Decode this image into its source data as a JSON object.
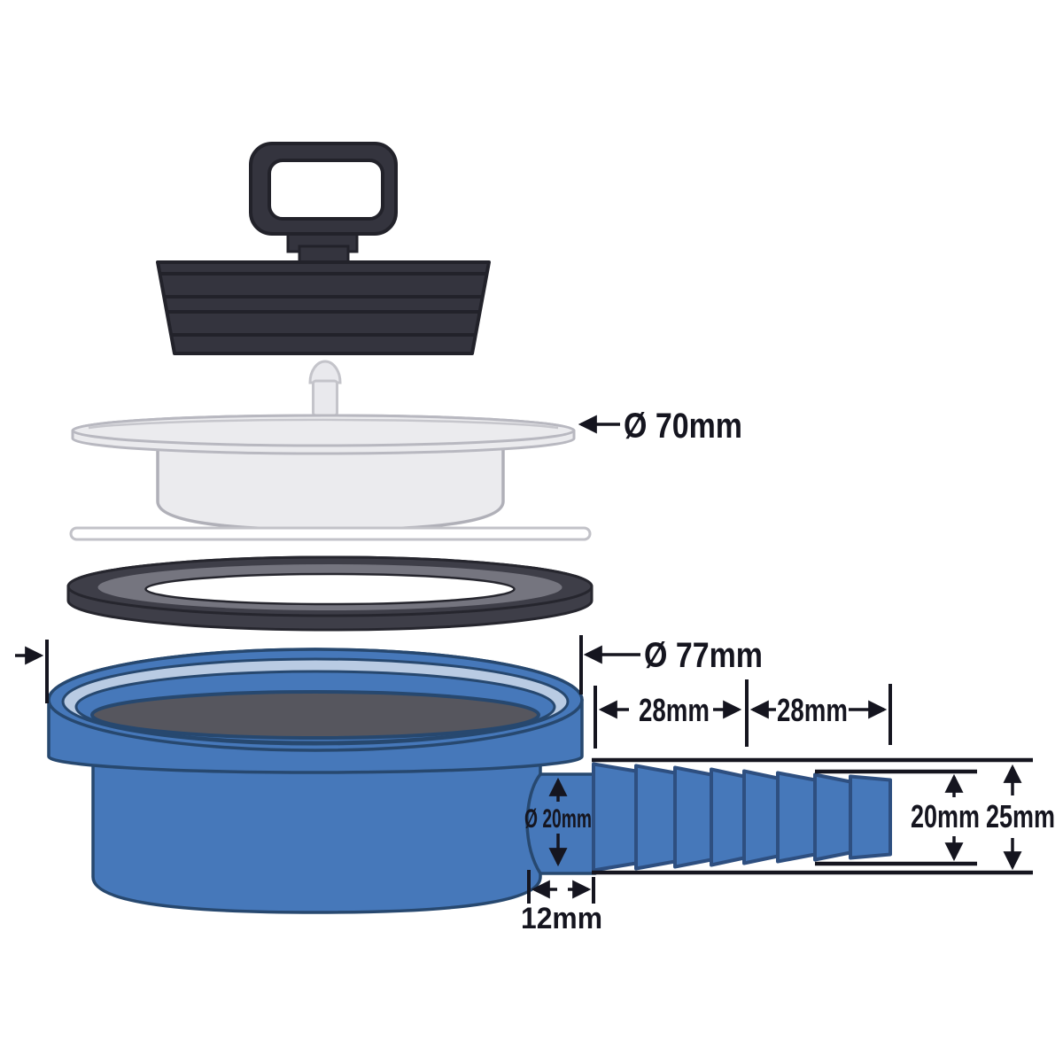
{
  "diagram": {
    "kind": "exploded-parts-technical-diagram",
    "subject": "sink drain waste fitting with plug and hose barb outlet",
    "labels": {
      "disc_diameter": "Ø 70mm",
      "body_diameter": "Ø 77mm",
      "barb_length_1": "28mm",
      "barb_length_2": "28mm",
      "outlet_bore": "Ø 20mm",
      "stub_length": "12mm",
      "hose_id": "20mm",
      "hose_od": "25mm"
    },
    "colors": {
      "part_blue": "#4678ba",
      "rim_light_blue": "#b9cbe3",
      "outline_navy": "#27486f",
      "plug_dark": "#34343e",
      "gasket_dark": "#3e3e48",
      "gasket_top_band": "#75757f",
      "disc_grey": "#ebebee",
      "disc_outline": "#b8b8c0",
      "drain_hole_grey": "#56565e",
      "annotation": "#15151f",
      "background": "#ffffff"
    }
  }
}
